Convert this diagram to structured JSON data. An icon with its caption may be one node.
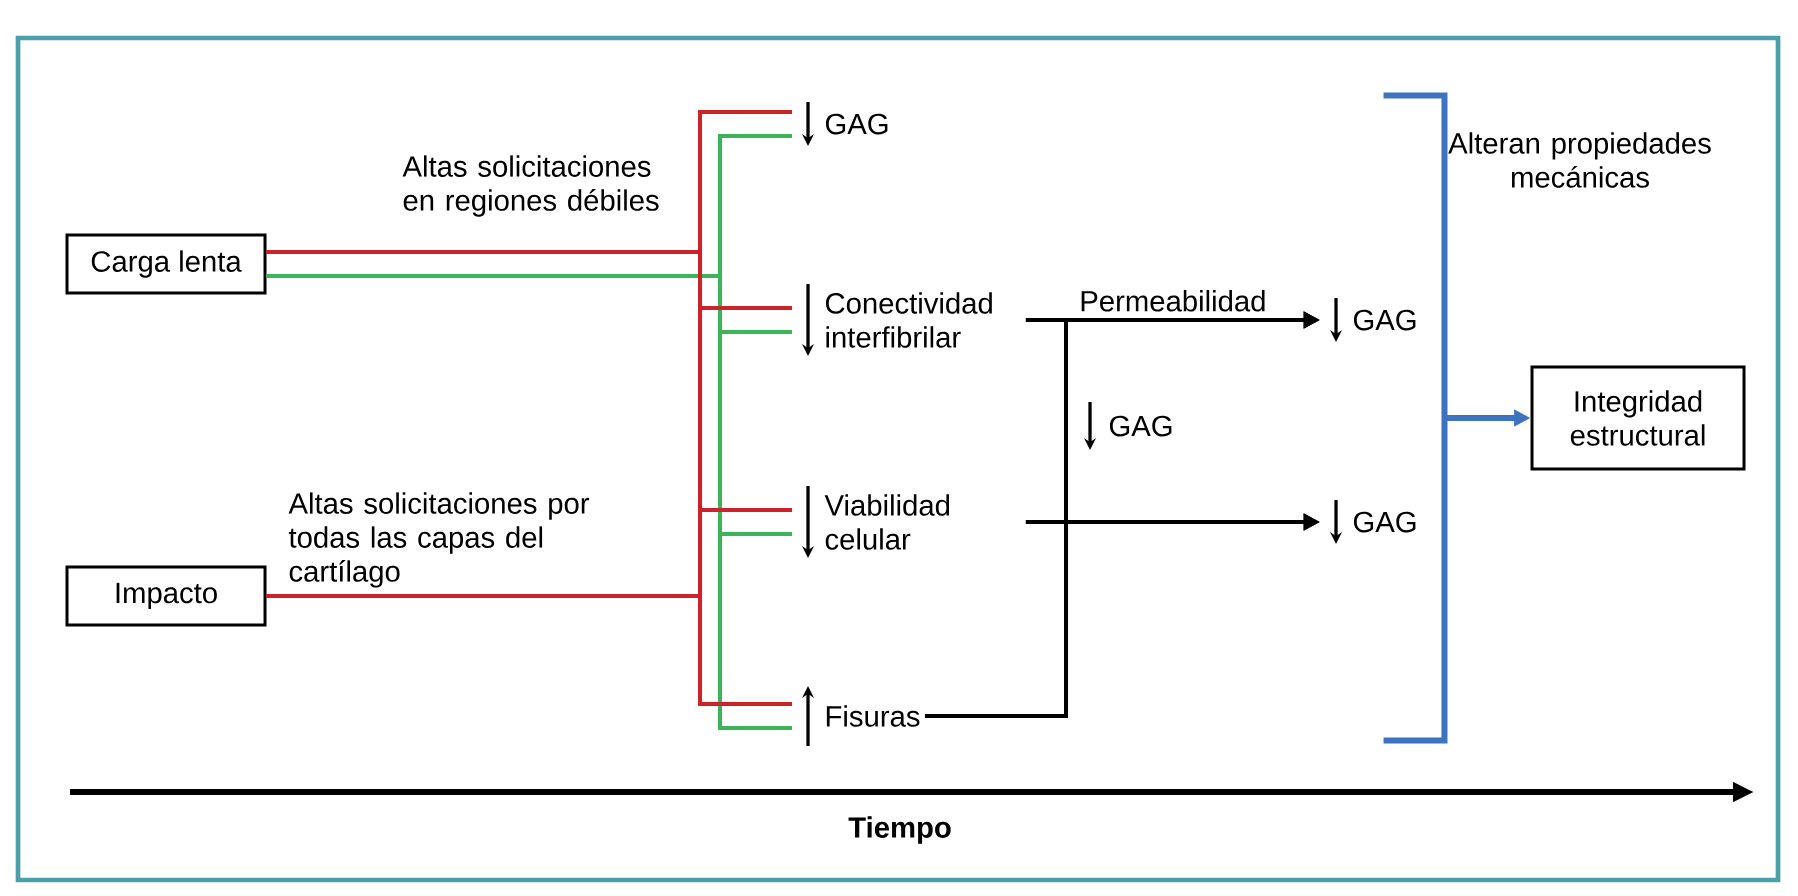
{
  "diagram": {
    "nodes": [
      {
        "text": [
          "Carga lenta"
        ]
      },
      {
        "text": [
          "Impacto"
        ]
      },
      {
        "text": [
          "GAG"
        ]
      },
      {
        "text": [
          "Conectividad interfibrilar"
        ]
      },
      {
        "text": [
          "Viabilidad celular"
        ]
      },
      {
        "text": [
          "Fisuras"
        ]
      },
      {
        "text": [
          "GAG"
        ]
      },
      {
        "text": [
          "GAG"
        ]
      },
      {
        "text": [
          "Integridad estructural"
        ]
      },
      {
        "text": [],
        "shape": "bracket",
        "beside": [
          "Alteran propiedades mecánicas"
        ]
      }
    ],
    "edges": [
      {
        "from": 0,
        "to": 2,
        "arrow": "none"
      },
      {
        "from": 0,
        "to": 3,
        "arrow": "none"
      },
      {
        "from": 0,
        "to": 4,
        "arrow": "none"
      },
      {
        "from": 0,
        "to": 5,
        "arrow": "none"
      },
      {
        "from": 0,
        "to": 2,
        "arrow": "none",
        "color": "#3cb55a"
      },
      {
        "from": 0,
        "to": 3,
        "arrow": "none",
        "color": "#3cb55a"
      },
      {
        "from": 0,
        "to": 4,
        "arrow": "none",
        "color": "#3cb55a"
      },
      {
        "from": 0,
        "to": 5,
        "arrow": "none",
        "color": "#3cb55a"
      },
      {
        "from": 1,
        "to": 2,
        "arrow": "none"
      },
      {
        "from": 1,
        "to": 3,
        "arrow": "none"
      },
      {
        "from": 1,
        "to": 4,
        "arrow": "none"
      },
      {
        "from": 1,
        "to": 5,
        "arrow": "none"
      },
      {
        "from": 3,
        "to": 6,
        "arrow": "to",
        "label": "Permeabilidad",
        "color": "#000000"
      },
      {
        "from": 4,
        "to": 7,
        "arrow": "to",
        "color": "#000000"
      },
      {
        "from": 5,
        "to": 6,
        "arrow": "to",
        "color": "#000000"
      },
      {
        "from": 5,
        "to": 7,
        "arrow": "to",
        "color": "#000000"
      },
      {
        "from": 9,
        "to": 8,
        "arrow": "to",
        "color": "#3d73c0"
      }
    ],
    "labels": [
      "Altas solicitaciones en regiones débiles",
      "Altas solicitaciones por todas las capas del cartílago",
      "GAG",
      "Tiempo"
    ]
  }
}
